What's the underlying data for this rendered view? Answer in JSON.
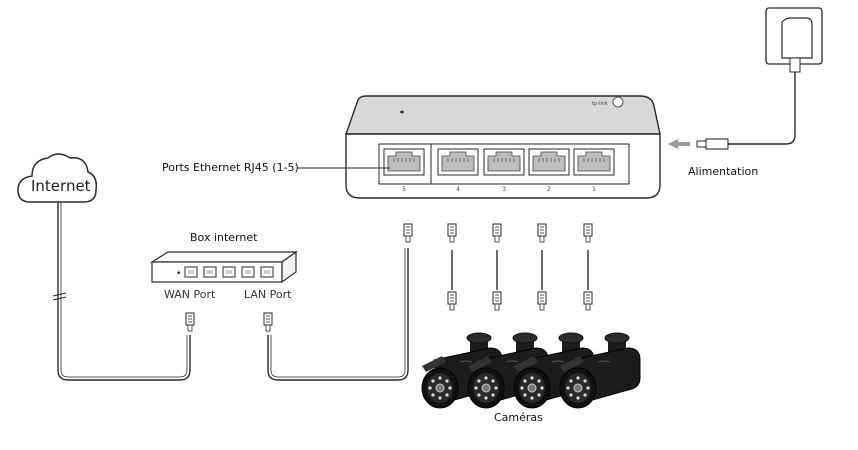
{
  "labels": {
    "internet": "Internet",
    "box_internet": "Box internet",
    "wan_port": "WAN Port",
    "lan_port": "LAN Port",
    "ports_ethernet": "Ports Ethernet  RJ45 (1-5)",
    "alimentation": "Alimentation",
    "cameras": "Caméras"
  },
  "switch": {
    "brand": "tp-link",
    "port_numbers": [
      "5",
      "4",
      "3",
      "2",
      "1"
    ]
  },
  "colors": {
    "line": "#2a2a2a",
    "arrow": "#9a9a9a",
    "switch_top": "#d9d9d9",
    "camera": "#1c1c1c"
  },
  "icons": {
    "cloud": "cloud-icon",
    "router": "router-icon",
    "switch": "network-switch-icon",
    "power_adapter": "power-adapter-icon",
    "camera": "security-camera-icon",
    "connector": "rj45-connector-icon"
  }
}
